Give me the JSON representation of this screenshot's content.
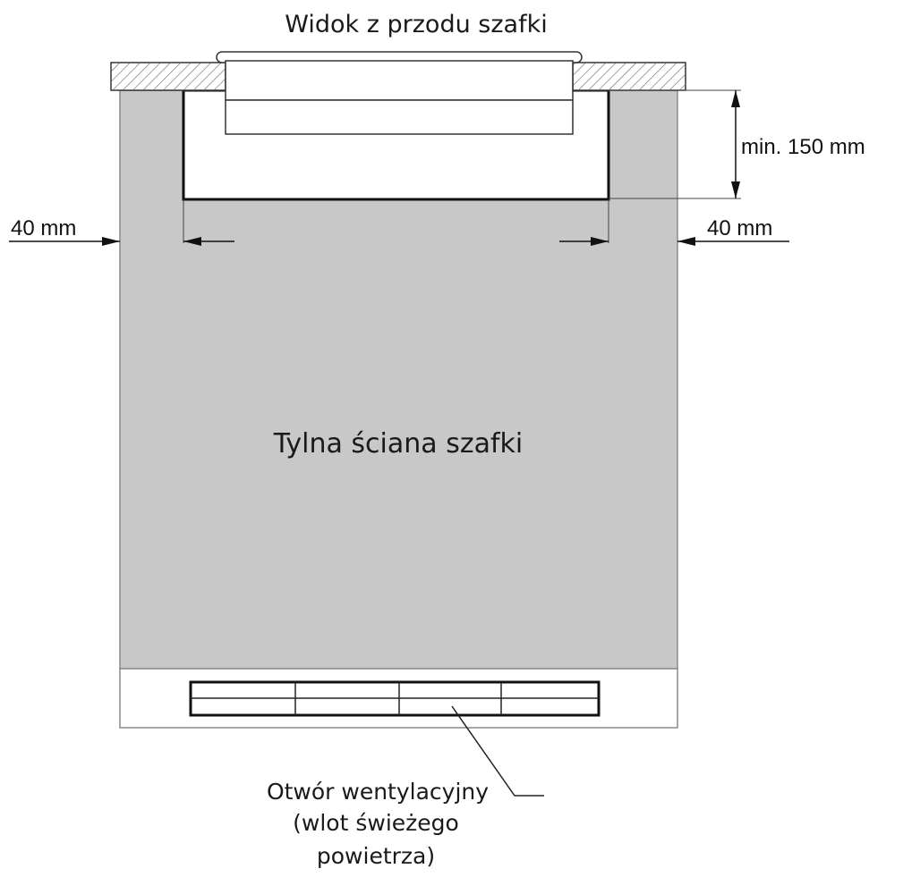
{
  "title": "Widok z przodu szafki",
  "back_wall_label": "Tylna ściana szafki",
  "dimensions": {
    "left_gap": "40 mm",
    "right_gap": "40 mm",
    "depth": "min. 150 mm"
  },
  "vent_label": {
    "line1": "Otwór wentylacyjny",
    "line2": "(wlot świeżego",
    "line3": "powietrza)"
  },
  "colors": {
    "wall_fill": "#c8c8c8",
    "outline": "#111111",
    "hatch": "#555555"
  }
}
